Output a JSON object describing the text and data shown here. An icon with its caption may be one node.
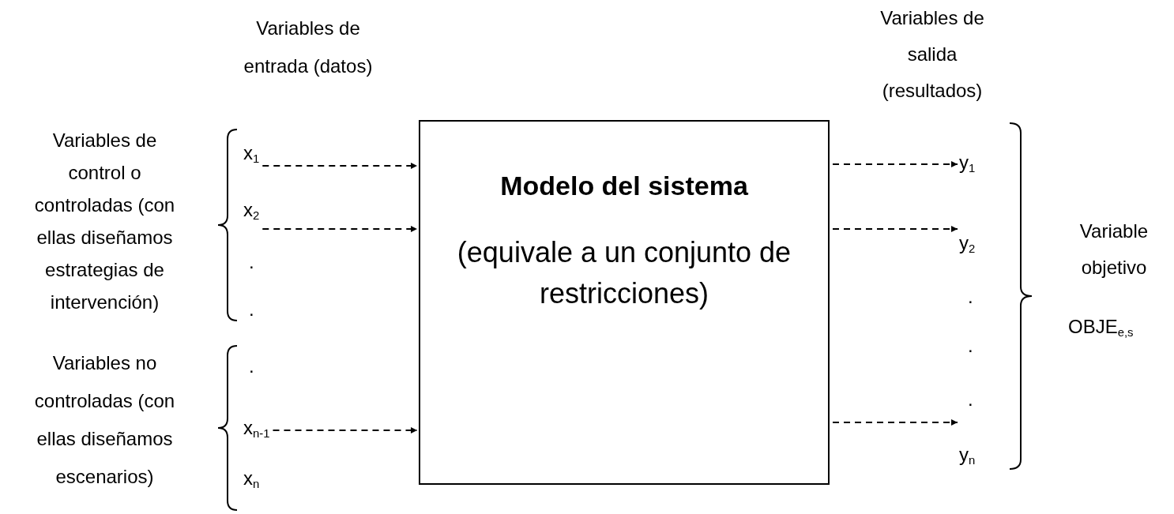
{
  "diagram": {
    "nodes": [
      {
        "text": [
          "Modelo del sistema",
          "(equivale a un conjunto de restricciones)"
        ]
      },
      {
        "text": [
          "x$_{1}$"
        ]
      },
      {
        "text": [
          "x$_{2}$"
        ]
      },
      {
        "text": [
          "x$_{n-1}$"
        ]
      },
      {
        "text": [
          "y$_{1}$"
        ]
      },
      {
        "text": [
          "y$_{2}$"
        ]
      },
      {
        "text": [
          "y$_{n}$"
        ]
      }
    ],
    "edges": [
      {
        "from": 1,
        "to": 0,
        "arrow": "to",
        "style": "dashed"
      },
      {
        "from": 2,
        "to": 0,
        "arrow": "to",
        "style": "dashed"
      },
      {
        "from": 3,
        "to": 0,
        "arrow": "to",
        "style": "dashed"
      },
      {
        "from": 0,
        "to": 4,
        "arrow": "to",
        "style": "dashed"
      },
      {
        "from": 0,
        "to": 5,
        "arrow": "to",
        "style": "dashed"
      },
      {
        "from": 0,
        "to": 6,
        "arrow": "to",
        "style": "dashed"
      }
    ],
    "labels": [
      "Variables de entrada (datos)",
      "Variables de salida (resultados)",
      "Variables de control o controladas (con ellas diseñamos estrategias de intervención)",
      ".",
      ".",
      "Variables no controladas (con ellas diseñamos escenarios)",
      ".",
      "x$_{n}$",
      "Variable objetivo",
      ".",
      ".",
      ".",
      "OBJE$_{e,s}$"
    ]
  }
}
